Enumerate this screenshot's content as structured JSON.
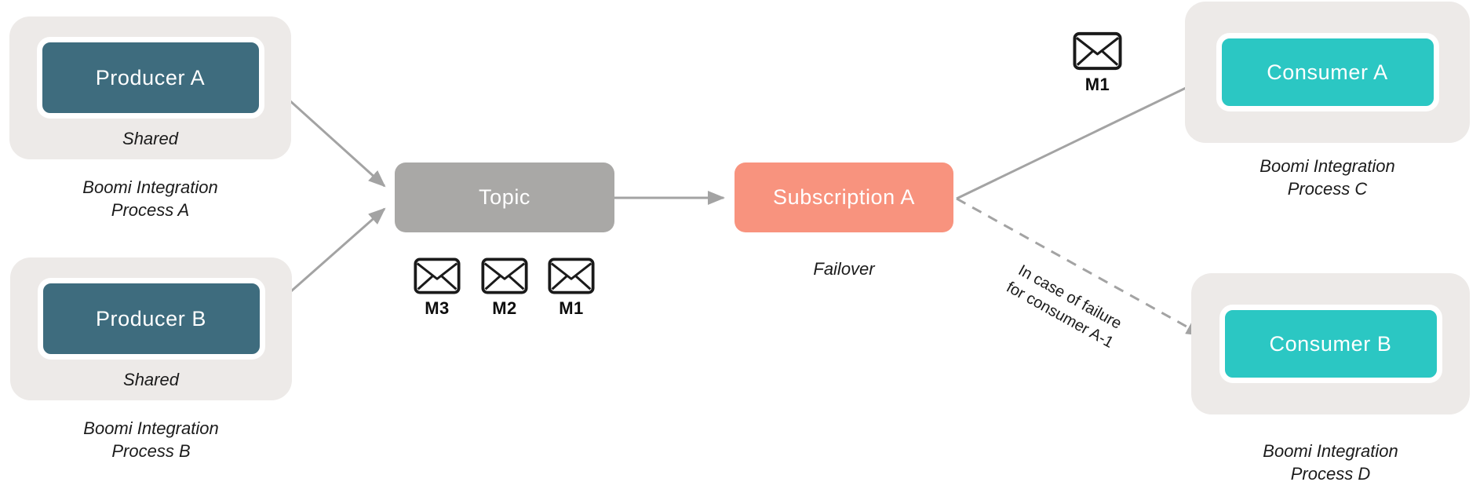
{
  "colors": {
    "producer_box": "#3E6C7E",
    "consumer_box": "#2BC7C3",
    "topic_box": "#A9A8A6",
    "subscription_box": "#F8937E",
    "group_background": "#EDEAE8",
    "arrow": "#A3A3A3",
    "text": "#1b1b1b",
    "page_background": "#ffffff"
  },
  "nodes": {
    "producer_a": {
      "label": "Producer A",
      "tag": "Shared",
      "caption_line1": "Boomi Integration",
      "caption_line2": "Process A"
    },
    "producer_b": {
      "label": "Producer B",
      "tag": "Shared",
      "caption_line1": "Boomi Integration",
      "caption_line2": "Process B"
    },
    "topic": {
      "label": "Topic"
    },
    "subscription_a": {
      "label": "Subscription A",
      "caption": "Failover"
    },
    "consumer_a": {
      "label": "Consumer A",
      "caption_line1": "Boomi Integration",
      "caption_line2": "Process C"
    },
    "consumer_b": {
      "label": "Consumer B",
      "caption_line1": "Boomi Integration",
      "caption_line2": "Process D"
    }
  },
  "messages": {
    "queue": [
      {
        "label": "M3"
      },
      {
        "label": "M2"
      },
      {
        "label": "M1"
      }
    ],
    "delivered": {
      "label": "M1"
    }
  },
  "notes": {
    "failover_line1": "In case of failure",
    "failover_line2": "for consumer A-1"
  }
}
